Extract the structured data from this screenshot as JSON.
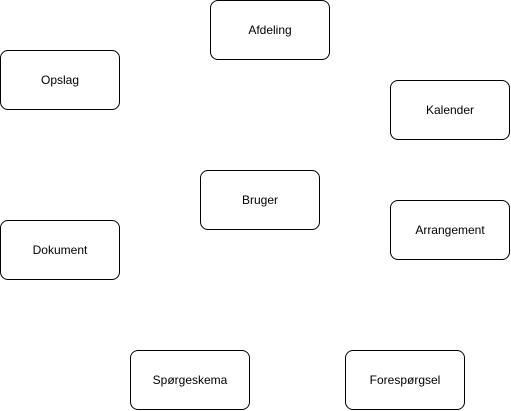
{
  "colors": {
    "background": "#ffffff",
    "stroke": "#000000",
    "text": "#000000"
  },
  "nodes": {
    "afdeling": "Afdeling",
    "opslag": "Opslag",
    "kalender": "Kalender",
    "bruger": "Bruger",
    "arrangement": "Arrangement",
    "dokument": "Dokument",
    "spoergeskema": "Spørgeskema",
    "forespoergsel": "Forespørgsel"
  }
}
